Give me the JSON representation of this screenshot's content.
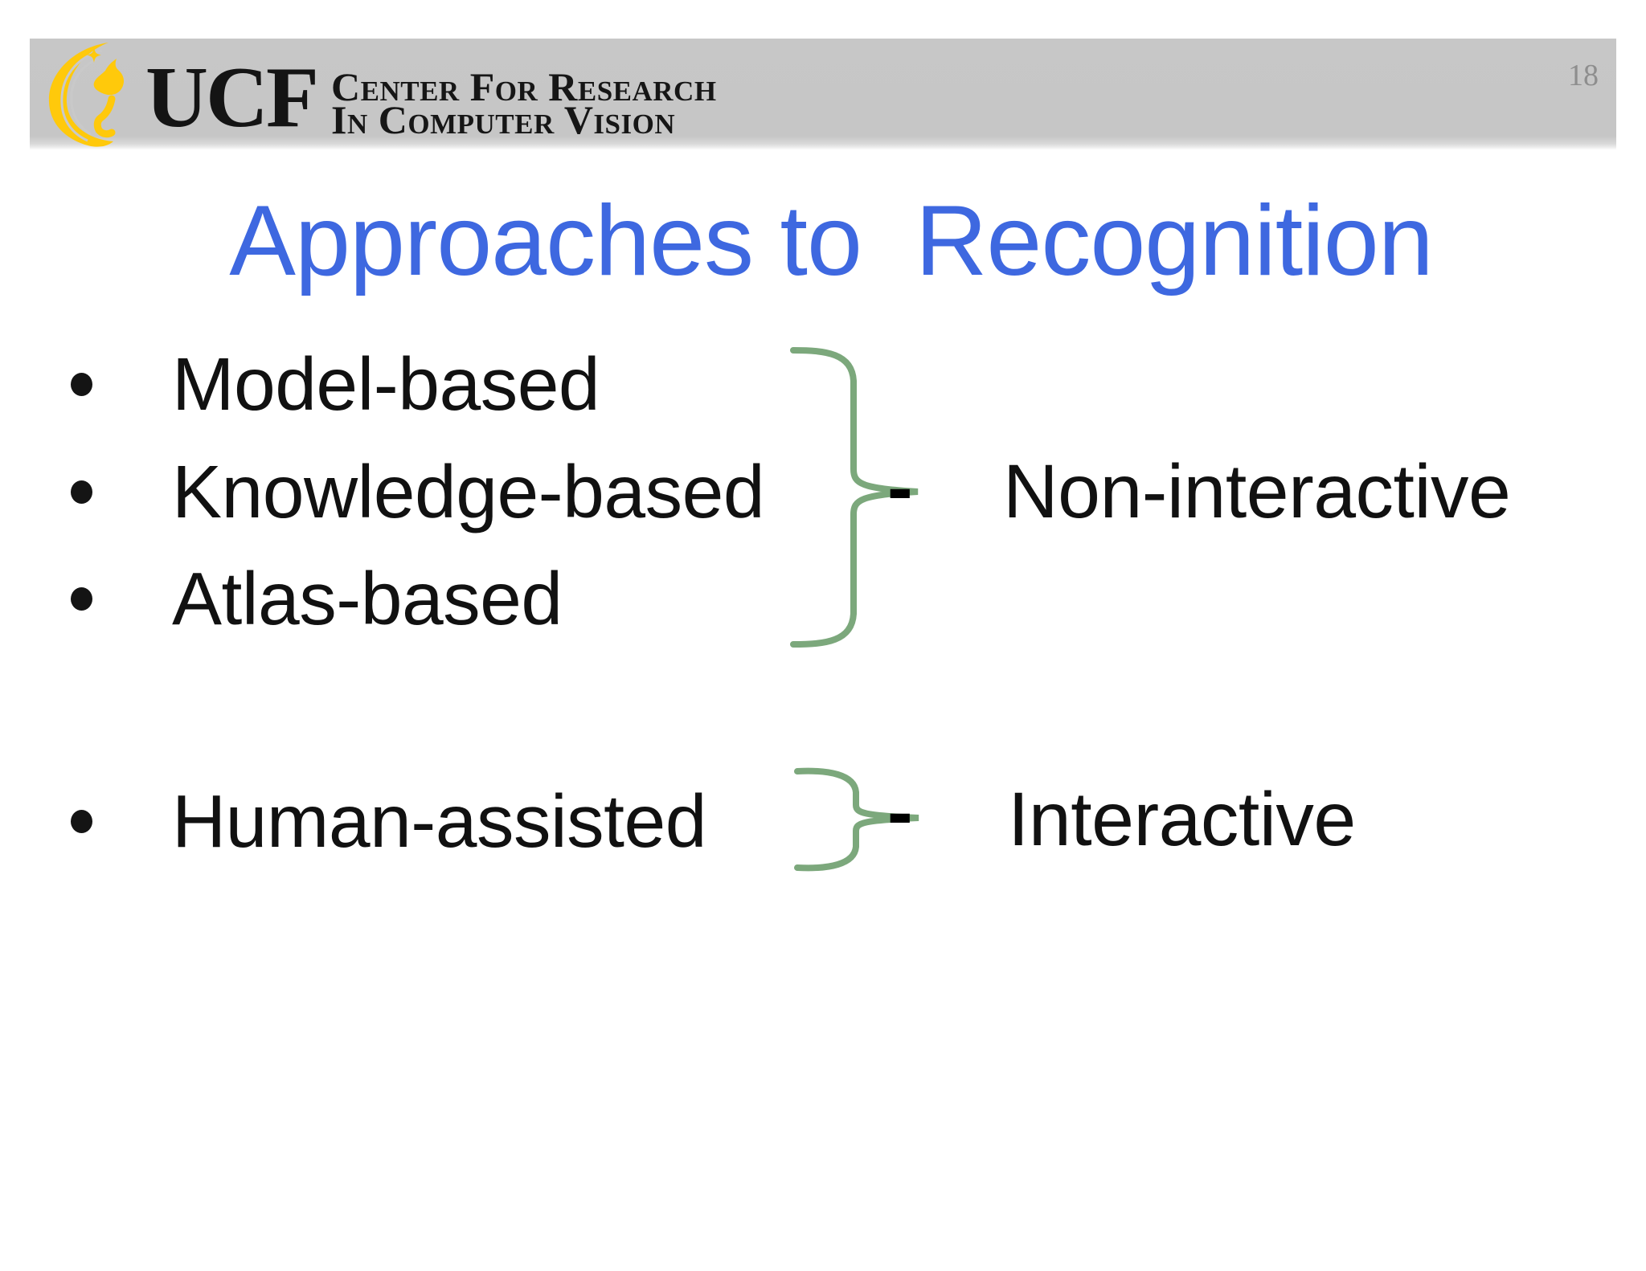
{
  "page": {
    "number": "18"
  },
  "header": {
    "logo_text": "UCF",
    "logo_icon": "pegasus-icon",
    "logo_gold": "#FFC90B",
    "org_line1": "Center For Research",
    "org_line2": "In Computer Vision"
  },
  "title": {
    "text": "Approaches to  Recognition",
    "color": "#3E68E0"
  },
  "bullets": [
    {
      "label": "Model-based"
    },
    {
      "label": "Knowledge-based"
    },
    {
      "label": "Atlas-based"
    },
    {
      "label": "Human-assisted"
    }
  ],
  "annotations": [
    {
      "dash": "-",
      "label": "Non-interactive"
    },
    {
      "dash": "-",
      "label": "Interactive"
    }
  ],
  "colors": {
    "brace_green": "#7CA87C",
    "title_blue": "#3E68E0",
    "band_gray": "#C6C6C6",
    "page_number_gray": "#8E8E8E",
    "text_black": "#111111"
  }
}
